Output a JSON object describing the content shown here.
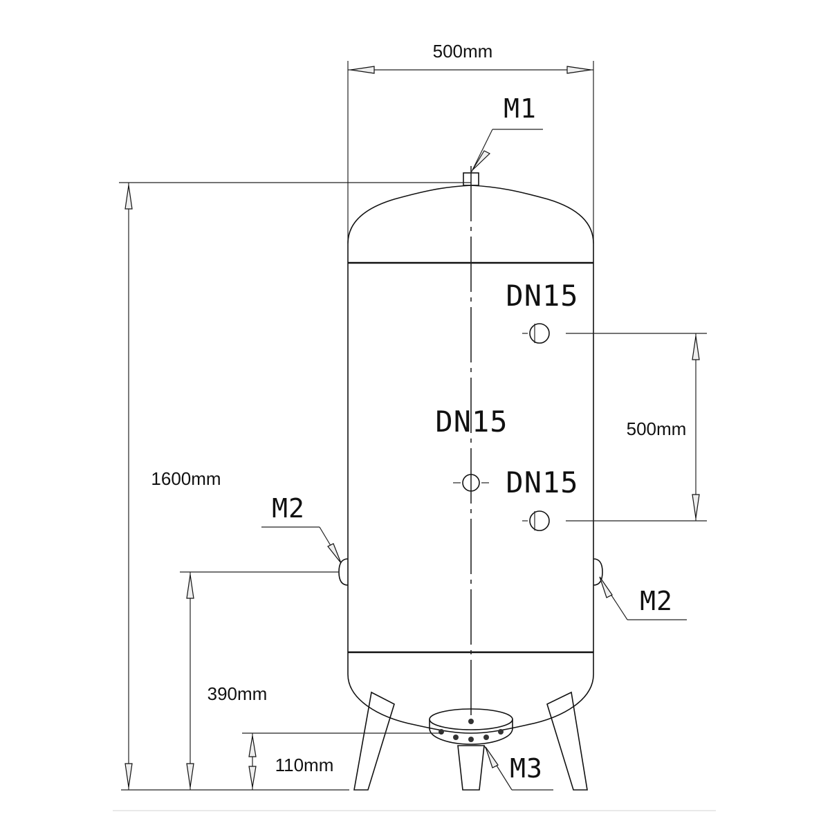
{
  "labels": {
    "top_width": "500mm",
    "m1": "M1",
    "dn15_top": "DN15",
    "dn15_middle": "DN15",
    "dn15_lower": "DN15",
    "side_spacing": "500mm",
    "total_height": "1600mm",
    "m2_left": "M2",
    "m2_right": "M2",
    "m2_height": "390mm",
    "bottom_height": "110mm",
    "m3": "M3"
  }
}
